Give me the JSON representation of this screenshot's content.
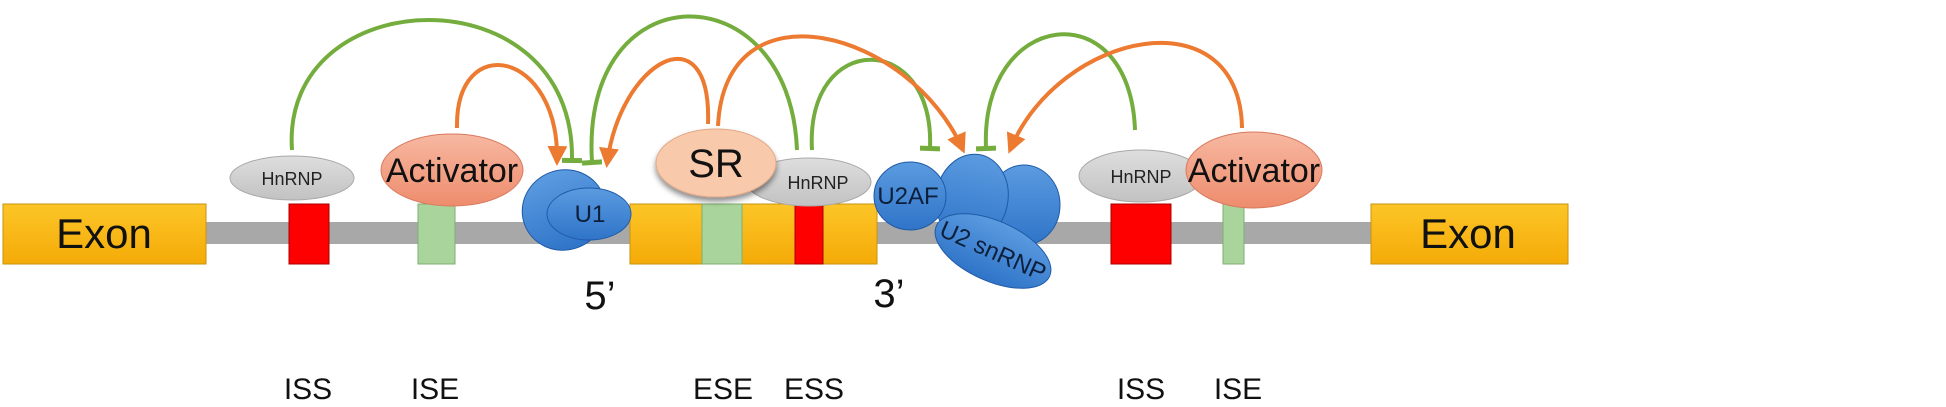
{
  "colors": {
    "exon": "#fbbd14",
    "intron": "#a8a8a8",
    "silencer": "#ff0000",
    "enhancer": "#a9d49b",
    "hnrnp": "#cfcfcf",
    "activator": "#f3a288",
    "sr": "#f8c9ab",
    "blue_protein": "#3f85d6",
    "inhibit_arc": "#74ad3e",
    "activate_arc": "#ec7a30"
  },
  "exons": {
    "left": "Exon",
    "right": "Exon"
  },
  "splice_sites": {
    "five_prime": "5’",
    "three_prime": "3’"
  },
  "site_labels": {
    "iss_left": "ISS",
    "ise_left": "ISE",
    "ese": "ESE",
    "ess": "ESS",
    "iss_right": "ISS",
    "ise_right": "ISE"
  },
  "proteins": {
    "hnrnp_left": "HnRNP",
    "activator_left": "Activator",
    "u1": "U1",
    "sr": "SR",
    "hnrnp_mid": "HnRNP",
    "u2af": "U2AF",
    "u2snrnp": "U2 snRNP",
    "hnrnp_right": "HnRNP",
    "activator_right": "Activator"
  },
  "arrow_types": {
    "inhibition": "flat-bar-head",
    "activation": "arrow-head"
  }
}
